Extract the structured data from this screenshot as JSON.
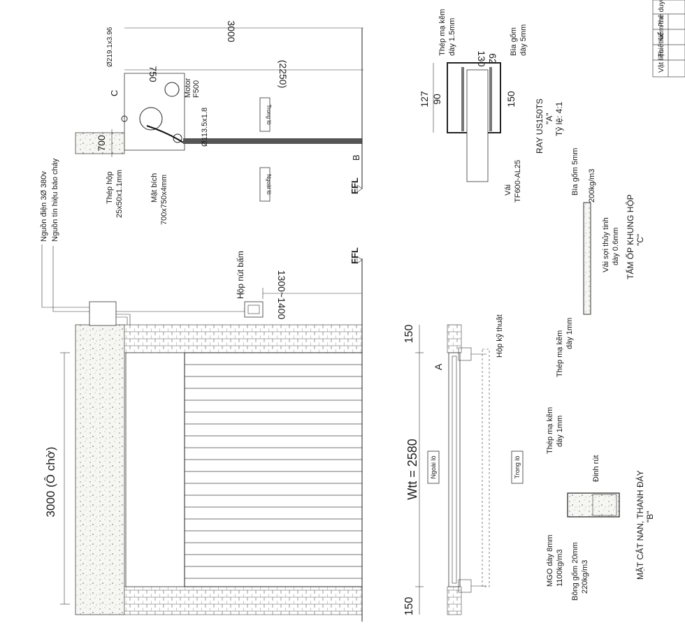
{
  "elevation": {
    "height_total": "3000 (Ô chờ)",
    "width_label": "Wtt = 2580",
    "dim_left": "150",
    "dim_right": "150",
    "power_label": "Nguồn điện 3Ø 380v",
    "fire_label": "Nguồn tín hiệu báo cháy",
    "button_box": "Hộp nút bấm",
    "button_height": "1300~1400",
    "ffl": "FFL"
  },
  "section": {
    "dim_3000": "3000",
    "dim_2250": "(2250)",
    "dim_750": "750",
    "dim_700": "700",
    "shaft": "Ø219.1x3.96",
    "motor": "Motor",
    "motor_model": "F500",
    "pipe": "Ø113.5x1.8",
    "steel_box": "Thép hộp",
    "steel_box_size": "25x50x1.1mm",
    "flange": "Mặt bích",
    "flange_size": "700x750x4mm",
    "inside": "Trong lò",
    "outside": "Ngoài lò",
    "mark_c": "C",
    "mark_b": "B",
    "ffl": "FFL"
  },
  "plan": {
    "outside": "Ngoài lò",
    "inside": "Trong lò",
    "mark_a": "A",
    "tech_box": "Hộp kỹ thuật"
  },
  "detail_a": {
    "steel": "Thép mạ kẽm",
    "steel_thk": "dày 1.5mm",
    "board": "Bìa gốm",
    "board_thk": "dày 5mm",
    "d130": "130",
    "d62": "62",
    "d127": "127",
    "d90": "90",
    "d150": "150",
    "fabric": "Vải",
    "fabric_model": "TF600-AL25",
    "title": "RAY US150TS",
    "title_mark": "\"A\"",
    "scale": "Tỷ lệ: 4:1"
  },
  "detail_c": {
    "board": "Bìa gốm 5mm",
    "density": "200kg/m3",
    "fiber": "Vải sợi thủy tinh",
    "fiber_thk": "dày 0.6mm",
    "steel": "Thép mạ kẽm",
    "steel_thk": "dày 1mm",
    "title": "TẤM ỐP KHUNG HỘP",
    "title_mark": "\"C\""
  },
  "detail_b": {
    "steel": "Thép mạ kẽm",
    "steel_thk": "dày 1mm",
    "rivet": "Đinh rút",
    "mgo": "MGO dày 8mm",
    "mgo_density": "1100kg/m3",
    "wool": "Bông gốm 20mm",
    "wool_density": "220kg/m3",
    "title": "MẶT CẮT NAN, THANH ĐÁY",
    "title_mark": "\"B\""
  },
  "table": {
    "rows": [
      "Vật liệu",
      "Thiết kế",
      "Kiểm tra",
      "Phê duyệt"
    ]
  }
}
